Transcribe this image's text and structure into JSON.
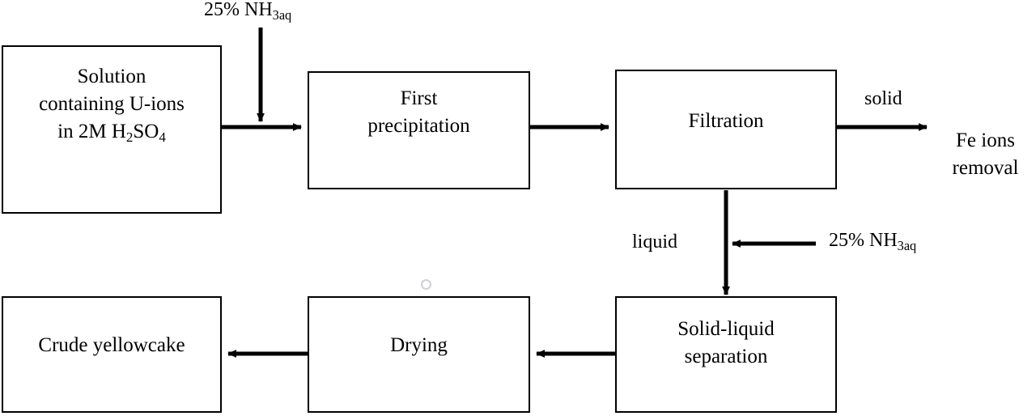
{
  "diagram": {
    "title": "Uranium crude yellowcake precipitation process flow",
    "type": "process-flow-block-diagram",
    "stroke_color": "#000000",
    "background_color": "#ffffff",
    "artifact_color": "#d0d0d4"
  },
  "nodes": [
    {
      "id": "solution-feed",
      "label": "Solution\ncontaining U-ions\nin 2M H2SO4",
      "label_html": "Solution<br>containing U-ions<br>in 2M H<sub>2</sub>SO<sub>4</sub>",
      "boxed": true
    },
    {
      "id": "first-precipitation",
      "label": "First\nprecipitation",
      "label_html": "First<br>precipitation",
      "boxed": true
    },
    {
      "id": "filtration",
      "label": "Filtration",
      "label_html": "Filtration",
      "boxed": true
    },
    {
      "id": "fe-ions-removal",
      "label": "Fe ions\nremoval",
      "label_html": "Fe ions<br>removal",
      "boxed": false
    },
    {
      "id": "solid-liquid-separation",
      "label": "Solid-liquid\nseparation",
      "label_html": "Solid-liquid<br>separation",
      "boxed": true
    },
    {
      "id": "drying",
      "label": "Drying",
      "label_html": "Drying",
      "boxed": true
    },
    {
      "id": "crude-yellowcake",
      "label": "Crude yellowcake",
      "label_html": "Crude yellowcake",
      "boxed": true
    }
  ],
  "edge_labels": {
    "ammonia_top": "25% NH3aq",
    "ammonia_top_html": "25% NH<sub>3aq</sub>",
    "ammonia_mid": "25% NH3aq",
    "ammonia_mid_html": "25% NH<sub>3aq</sub>",
    "solid": "solid",
    "liquid": "liquid"
  },
  "edges": [
    {
      "id": "feed-to-precipitation",
      "from": "solution-feed",
      "to": "first-precipitation",
      "direction": "right",
      "label": ""
    },
    {
      "id": "ammonia-into-feed-line",
      "from": "ammonia_top",
      "to": "feed-to-precipitation",
      "direction": "down",
      "label": "25% NH3aq"
    },
    {
      "id": "precipitation-to-filtration",
      "from": "first-precipitation",
      "to": "filtration",
      "direction": "right",
      "label": ""
    },
    {
      "id": "filtration-to-fe-removal",
      "from": "filtration",
      "to": "fe-ions-removal",
      "direction": "right",
      "label": "solid"
    },
    {
      "id": "filtration-to-separation",
      "from": "filtration",
      "to": "solid-liquid-separation",
      "direction": "down",
      "label": "liquid"
    },
    {
      "id": "ammonia-into-liquid-line",
      "from": "ammonia_mid",
      "to": "filtration-to-separation",
      "direction": "left",
      "label": "25% NH3aq"
    },
    {
      "id": "separation-to-drying",
      "from": "solid-liquid-separation",
      "to": "drying",
      "direction": "left",
      "label": ""
    },
    {
      "id": "drying-to-yellowcake",
      "from": "drying",
      "to": "crude-yellowcake",
      "direction": "left",
      "label": ""
    }
  ]
}
